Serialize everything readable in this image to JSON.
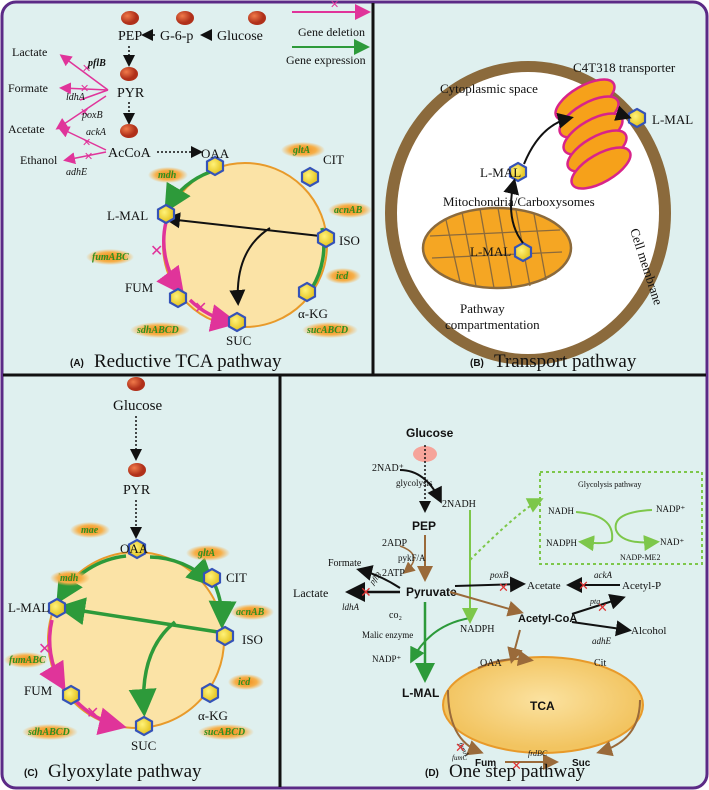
{
  "colors": {
    "frame": "#5b2a86",
    "panel_bg": "#dff0ef",
    "deletion": "#e0349a",
    "expression": "#2d9a3a",
    "metabolite_node": "#4b6fc4",
    "enzyme_glow": "#f4a33a",
    "cycle_fill": "#fbe3a6",
    "cycle_stroke": "#e89a2a",
    "cell_wall": "#8b6a3c"
  },
  "legend": {
    "deletion": "Gene deletion",
    "expression": "Gene expression"
  },
  "panel_a": {
    "caption_letter": "(A)",
    "caption": "Reductive TCA pathway",
    "glucose": "Glucose",
    "g6p": "G-6-p",
    "pep": "PEP",
    "pyr": "PYR",
    "accoa": "AcCoA",
    "lactate": "Lactate",
    "formate": "Formate",
    "acetate": "Acetate",
    "ethanol": "Ethanol",
    "pflb": "pflB",
    "ldha": "ldhA",
    "poxb": "poxB",
    "acka": "ackA",
    "adhe": "adhE",
    "oaa": "OAA",
    "cit": "CIT",
    "iso": "ISO",
    "akg": "α-KG",
    "suc": "SUC",
    "fum": "FUM",
    "lmal": "L-MAL",
    "glta": "gltA",
    "mdh": "mdh",
    "acnab": "acnAB",
    "icd": "icd",
    "fumabc": "fumABC",
    "sdhabcd": "sdhABCD",
    "sucabcd": "sucABCD"
  },
  "panel_b": {
    "caption_letter": "(B)",
    "caption": "Transport pathway",
    "cytoplasmic": "Cytoplasmic space",
    "transporter": "C4T318 transporter",
    "lmal_out": "L-MAL",
    "lmal_cyto": "L-MAL",
    "lmal_mito": "L-MAL",
    "mito": "Mitochondria/Carboxysomes",
    "compartment1": "Pathway",
    "compartment2": "compartmentation",
    "membrane": "Cell membrane"
  },
  "panel_c": {
    "caption_letter": "(C)",
    "caption": "Glyoxylate pathway",
    "glucose": "Glucose",
    "pyr": "PYR",
    "mae": "mae",
    "oaa": "OAA",
    "cit": "CIT",
    "iso": "ISO",
    "akg": "α-KG",
    "suc": "SUC",
    "fum": "FUM",
    "lmal": "L-MAL",
    "glta": "gltA",
    "mdh": "mdh",
    "acnab": "acnAB",
    "icd": "icd",
    "fumabc": "fumABC",
    "sdhabcd": "sdhABCD",
    "sucabcd": "sucABCD"
  },
  "panel_d": {
    "caption_letter": "(D)",
    "caption": "One step pathway",
    "glucose": "Glucose",
    "nad": "2NAD⁺",
    "glycolysis": "glycolysis",
    "nadh2": "2NADH",
    "pep": "PEP",
    "adp": "2ADP",
    "pyk": "pykF/A",
    "atp": "2ATP",
    "formate": "Formate",
    "pflb": "pflB",
    "lactate": "Lactate",
    "ldha": "ldhA",
    "pyruvate": "Pyruvate",
    "co2": "co₂",
    "malic": "Malic enzyme",
    "nadp": "NADP⁺",
    "nadph": "NADPH",
    "lmal": "L-MAL",
    "poxb": "poxB",
    "acetate": "Acetate",
    "acka": "ackA",
    "acetylp": "Acetyl-P",
    "pta": "pta",
    "acetylcoa": "Acetyl-CoA",
    "adhe": "adhE",
    "alcohol": "Alcohol",
    "oaa": "OAA",
    "cit": "Cit",
    "tca": "TCA",
    "fum": "Fum",
    "suc": "Suc",
    "fuma": "fumA",
    "fumc": "fumC",
    "frdbc": "frdBC",
    "box_title": "Glycolysis pathway",
    "box_nadh": "NADH",
    "box_nadp": "NADP⁺",
    "box_nadph": "NADPH",
    "box_nad": "NAD⁺",
    "box_me2": "NADP-ME2"
  }
}
